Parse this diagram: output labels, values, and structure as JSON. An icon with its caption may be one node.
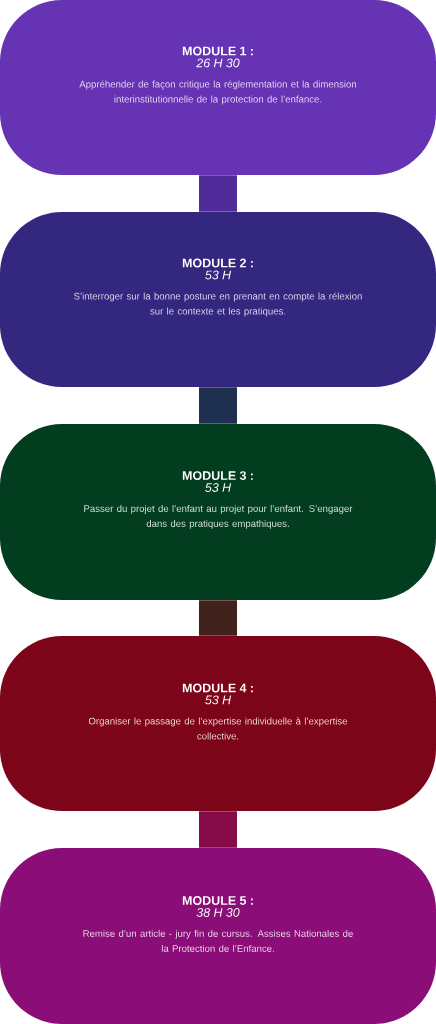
{
  "diagram": {
    "nodes": [
      {
        "text": [
          "MODULE 1 :",
          "26 H 30",
          "Appréhender de façon critique la réglementation et la dimension interinstitutionnelle de la protection de l’enfance."
        ]
      },
      {
        "text": [
          "MODULE 2 :",
          "53 H",
          "S’interroger sur la bonne posture en prenant en compte la rélexion sur le contexte et les pratiques."
        ]
      },
      {
        "text": [
          "MODULE 3 :",
          "53 H",
          "Passer du projet de l’enfant au projet pour l’enfant. S’engager dans des pratiques empathiques."
        ]
      },
      {
        "text": [
          "MODULE 4 :",
          "53 H",
          "Organiser le passage de l’expertise individuelle à l’expertise collective."
        ]
      },
      {
        "text": [
          "MODULE 5 :",
          "38 H 30",
          "Remise d’un article - jury fin de cursus. Assises Nationales de la Protection de l’Enfance."
        ]
      }
    ],
    "edges": [
      {
        "from": 0,
        "to": 1,
        "arrow": "none",
        "color": "#4f2c9a"
      },
      {
        "from": 1,
        "to": 2,
        "arrow": "none",
        "color": "#1e2f4f"
      },
      {
        "from": 2,
        "to": 3,
        "arrow": "none",
        "color": "#40211c"
      },
      {
        "from": 3,
        "to": 4,
        "arrow": "none",
        "color": "#840a48"
      }
    ]
  }
}
